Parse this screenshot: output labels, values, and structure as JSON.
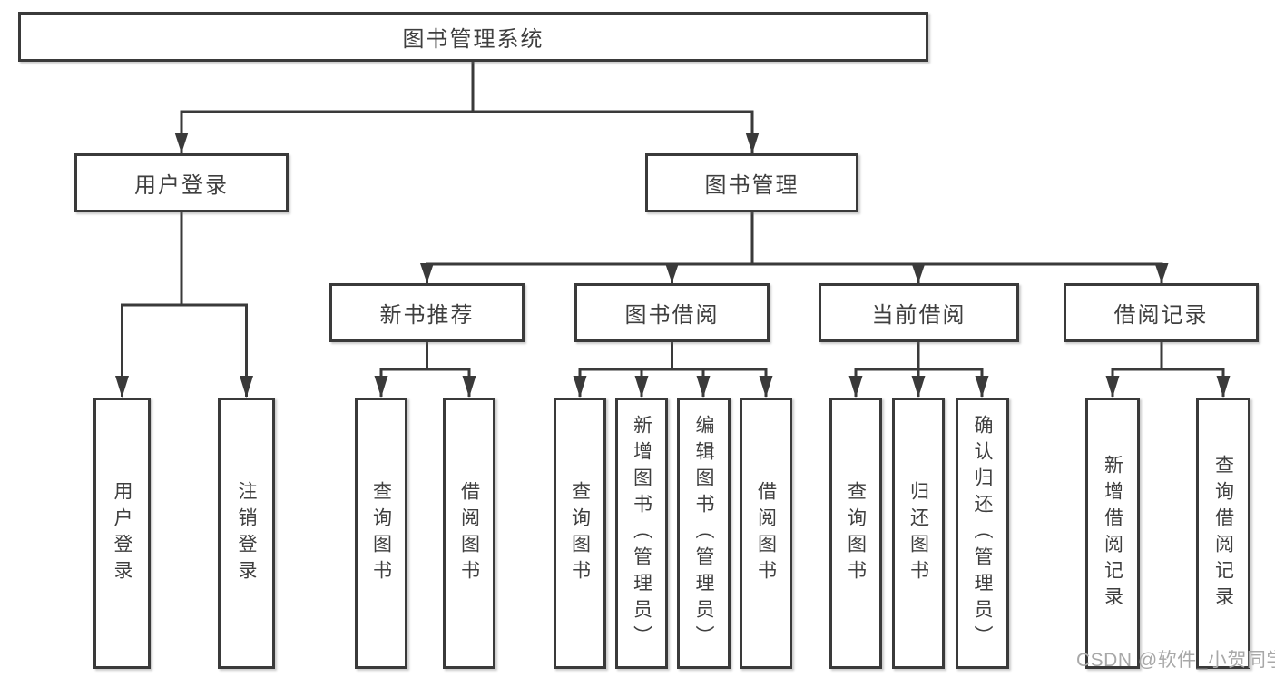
{
  "diagram": {
    "title": "图书管理系统",
    "branches": [
      {
        "label": "用户登录",
        "children": [
          {
            "label": "用户登录"
          },
          {
            "label": "注销登录"
          }
        ]
      },
      {
        "label": "图书管理",
        "children": [
          {
            "label": "新书推荐",
            "children": [
              {
                "label": "查询图书"
              },
              {
                "label": "借阅图书"
              }
            ]
          },
          {
            "label": "图书借阅",
            "children": [
              {
                "label": "查询图书"
              },
              {
                "label": "新增图书（管理员）"
              },
              {
                "label": "编辑图书（管理员）"
              },
              {
                "label": "借阅图书"
              }
            ]
          },
          {
            "label": "当前借阅",
            "children": [
              {
                "label": "查询图书"
              },
              {
                "label": "归还图书"
              },
              {
                "label": "确认归还（管理员）"
              }
            ]
          },
          {
            "label": "借阅记录",
            "children": [
              {
                "label": "新增借阅记录"
              },
              {
                "label": "查询借阅记录"
              }
            ]
          }
        ]
      }
    ]
  },
  "watermark": {
    "text": "CSDN @软件_小贺同学"
  },
  "colors": {
    "line": "#3a3a3a",
    "text": "#3f3f3f",
    "watermark": "#a8a8a8",
    "background": "#ffffff"
  }
}
